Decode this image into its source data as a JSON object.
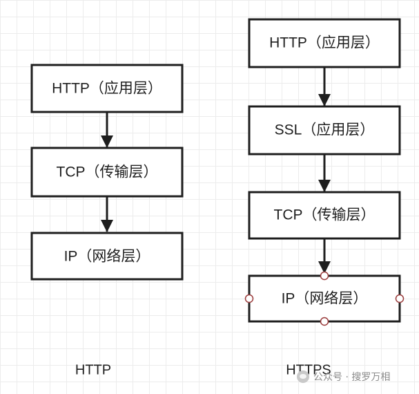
{
  "diagram": {
    "http_stack": {
      "caption": "HTTP",
      "layers": [
        "HTTP（应用层）",
        "TCP（传输层）",
        "IP（网络层）"
      ]
    },
    "https_stack": {
      "caption": "HTTPS",
      "layers": [
        "HTTP（应用层）",
        "SSL（应用层）",
        "TCP（传输层）",
        "IP（网络层）"
      ]
    }
  },
  "watermark": {
    "text": "公众号 · 搜罗万相",
    "icon": "wechat-official-account-icon"
  }
}
